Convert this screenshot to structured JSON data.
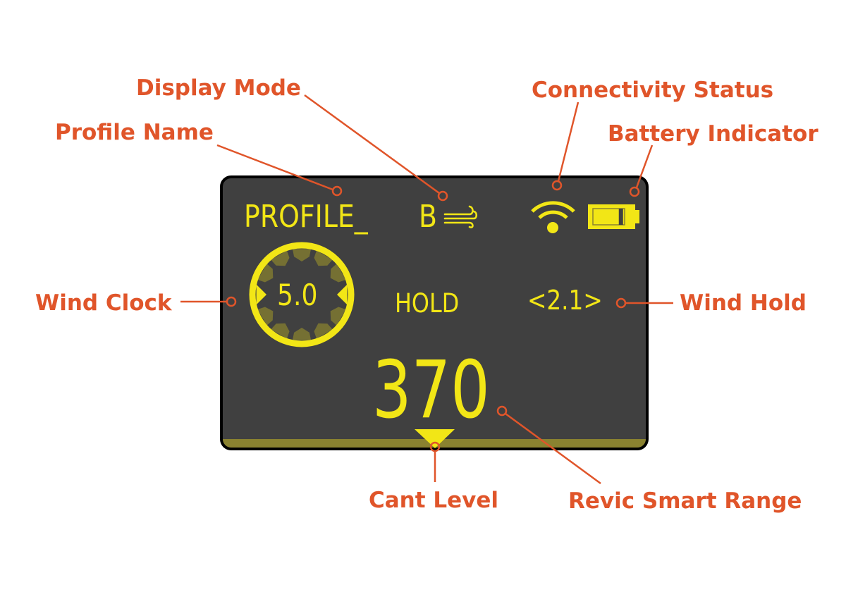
{
  "callouts": {
    "display_mode": "Display Mode",
    "profile_name": "Profile Name",
    "connectivity_status": "Connectivity Status",
    "battery_indicator": "Battery Indicator",
    "wind_clock": "Wind Clock",
    "wind_hold": "Wind Hold",
    "cant_level": "Cant Level",
    "smart_range": "Revic Smart Range"
  },
  "display": {
    "profile": "PROFILE_",
    "mode": "B",
    "wind_speed": "5.0",
    "hold_label": "HOLD",
    "wind_hold": "<2.1>",
    "range": "370",
    "battery_level": 0.75
  },
  "colors": {
    "accent": "#e0552a",
    "lcd": "#f2e616",
    "panel": "#404040",
    "dim": "#757033",
    "cant_bar": "#8a8230"
  },
  "icons": [
    "wind-icon",
    "wifi-icon",
    "battery-icon",
    "cant-triangle-icon"
  ]
}
